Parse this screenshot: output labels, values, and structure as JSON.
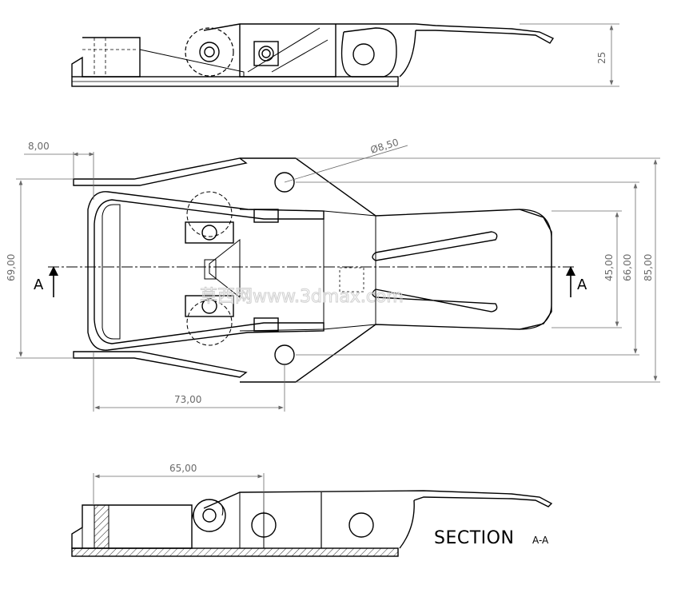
{
  "dimensions": {
    "top_height": "25",
    "width_left_flange": "8,00",
    "hole_diameter": "Ø8,50",
    "overall_width": "69,00",
    "inner_45": "45,00",
    "inner_66": "66,00",
    "overall_85": "85,00",
    "length_73": "73,00",
    "length_65": "65,00"
  },
  "section_marker": {
    "left": "A",
    "right": "A"
  },
  "section_title": {
    "title": "SECTION",
    "sub": "A-A"
  },
  "watermark": "草西网www.3dmax.com",
  "colors": {
    "line": "#000000",
    "dimension": "#6a6a6a",
    "hidden": "#555555"
  }
}
